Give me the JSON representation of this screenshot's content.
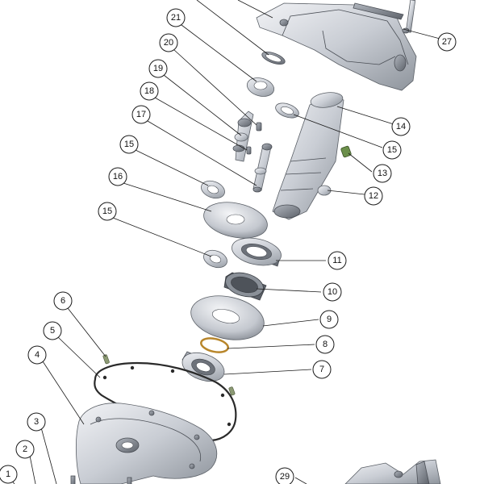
{
  "callouts": [
    {
      "id": "c1",
      "label": "1"
    },
    {
      "id": "c2",
      "label": "2"
    },
    {
      "id": "c3",
      "label": "3"
    },
    {
      "id": "c4",
      "label": "4"
    },
    {
      "id": "c5",
      "label": "5"
    },
    {
      "id": "c6",
      "label": "6"
    },
    {
      "id": "c7",
      "label": "7"
    },
    {
      "id": "c8",
      "label": "8"
    },
    {
      "id": "c9",
      "label": "9"
    },
    {
      "id": "c10",
      "label": "10"
    },
    {
      "id": "c11",
      "label": "11"
    },
    {
      "id": "c12",
      "label": "12"
    },
    {
      "id": "c13",
      "label": "13"
    },
    {
      "id": "c14",
      "label": "14"
    },
    {
      "id": "c15a",
      "label": "15"
    },
    {
      "id": "c15b",
      "label": "15"
    },
    {
      "id": "c15c",
      "label": "15"
    },
    {
      "id": "c16",
      "label": "16"
    },
    {
      "id": "c17",
      "label": "17"
    },
    {
      "id": "c18",
      "label": "18"
    },
    {
      "id": "c19",
      "label": "19"
    },
    {
      "id": "c20",
      "label": "20"
    },
    {
      "id": "c21",
      "label": "21"
    },
    {
      "id": "c27",
      "label": "27"
    },
    {
      "id": "c29",
      "label": "29"
    }
  ],
  "colors": {
    "metal_light": "#e6e8ec",
    "metal_mid": "#b9bec6",
    "metal_dark": "#7b818a",
    "gasket": "#2a2a2a",
    "oring": "#b8862b"
  }
}
